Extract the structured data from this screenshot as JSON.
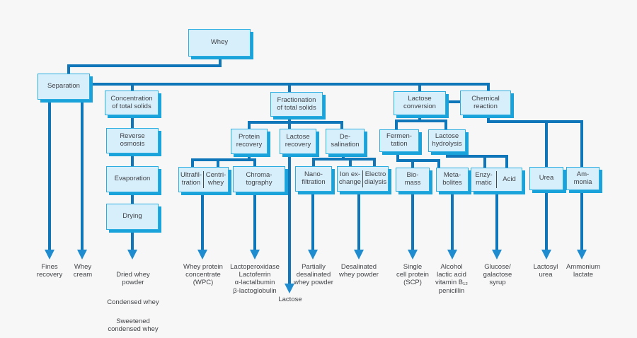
{
  "colors": {
    "background": "#f7f7f7",
    "box_fill": "#d7eefb",
    "box_border": "#2bade1",
    "box_shadow": "#1aa3da",
    "connector": "#0f76ba",
    "arrow": "#1e8cce",
    "text": "#414347"
  },
  "nodes": {
    "whey": "Whey",
    "separation": "Separation",
    "concentration": [
      "Concentration",
      "of total solids"
    ],
    "fractionation": [
      "Fractionation",
      "of total solids"
    ],
    "lactose_conversion": [
      "Lactose",
      "conversion"
    ],
    "chemical_reaction": [
      "Chemical",
      "reaction"
    ],
    "reverse_osmosis": [
      "Reverse",
      "osmosis"
    ],
    "evaporation": "Evaporation",
    "drying": "Drying",
    "protein_recovery": [
      "Protein",
      "recovery"
    ],
    "lactose_recovery": [
      "Lactose",
      "recovery"
    ],
    "desalination": [
      "De-",
      "salination"
    ],
    "fermentation": [
      "Fermen-",
      "tation"
    ],
    "lactose_hydrolysis": [
      "Lactose",
      "hydrolysis"
    ],
    "ultrafiltration": [
      "Ultrafil-",
      "tration"
    ],
    "centri_whey": [
      "Centri-",
      "whey"
    ],
    "chromatography": [
      "Chroma-",
      "tography"
    ],
    "nanofiltration": [
      "Nano-",
      "filtration"
    ],
    "ion_exchange": [
      "Ion ex-",
      "change"
    ],
    "electrodialysis": [
      "Electro",
      "dialysis"
    ],
    "biomass": [
      "Bio-",
      "mass"
    ],
    "metabolites": [
      "Meta-",
      "bolites"
    ],
    "enzymatic": [
      "Enzy-",
      "matic"
    ],
    "acid": "Acid",
    "urea": "Urea",
    "ammonia": [
      "Am-",
      "monia"
    ]
  },
  "outputs": {
    "fines_recovery": [
      "Fines",
      "recovery"
    ],
    "whey_cream": [
      "Whey",
      "cream"
    ],
    "dried_whey_powder": [
      "Dried whey",
      "powder"
    ],
    "condensed_whey": "Condensed whey",
    "sweetened_condensed_whey": [
      "Sweetened",
      "condensed whey"
    ],
    "whey_protein_concentrate": [
      "Whey protein",
      "concentrate",
      "(WPC)"
    ],
    "protein_fractions": [
      "Lactoperoxidase",
      "Lactoferrin",
      "α-lactalbumin",
      "β-lactoglobulin"
    ],
    "lactose": "Lactose",
    "partially_desalinated": [
      "Partially",
      "desalinated",
      "whey powder"
    ],
    "desalinated": [
      "Desalinated",
      "whey powder"
    ],
    "single_cell_protein": [
      "Single",
      "cell protein",
      "(SCP)"
    ],
    "fermentation_products": [
      "Alcohol",
      "lactic acid",
      "vitamin B₁₂",
      "penicillin"
    ],
    "glucose_galactose_syrup": [
      "Glucose/",
      "galactose",
      "syrup"
    ],
    "lactosyl_urea": [
      "Lactosyl",
      "urea"
    ],
    "ammonium_lactate": [
      "Ammonium",
      "lactate"
    ]
  }
}
